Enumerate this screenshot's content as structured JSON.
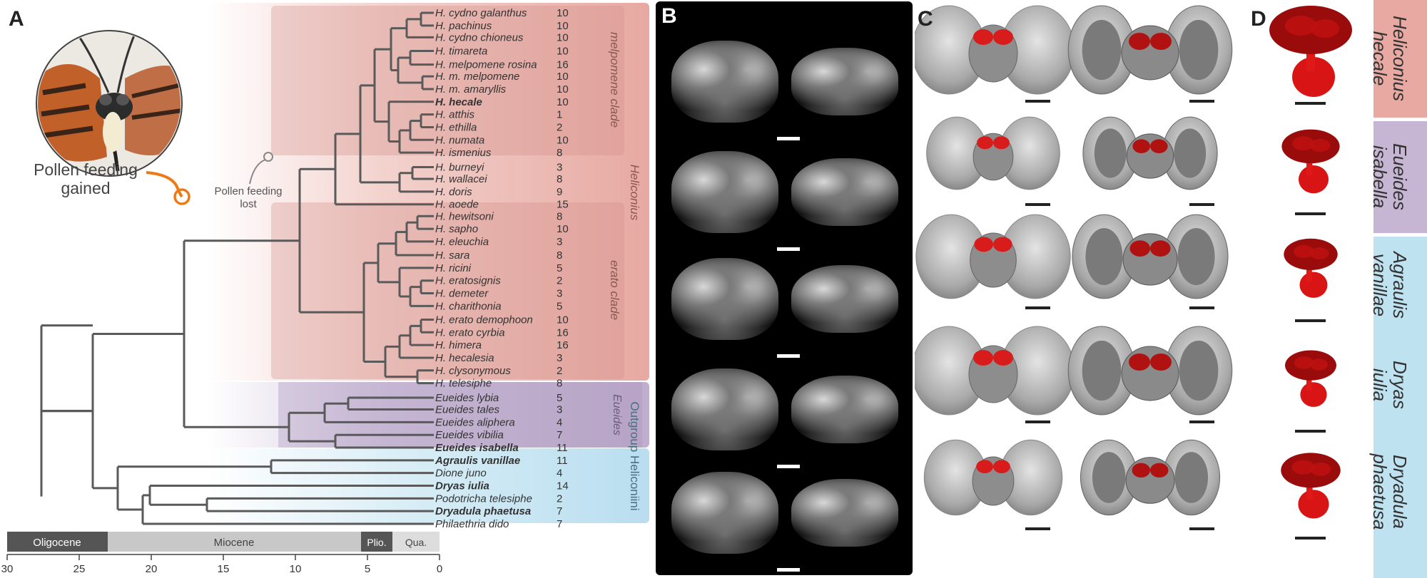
{
  "panel_labels": {
    "a": "A",
    "b": "B",
    "c": "C",
    "d": "D"
  },
  "annotations": {
    "gained_line1": "Pollen feeding",
    "gained_line2": "gained",
    "lost_line1": "Pollen feeding",
    "lost_line2": "lost"
  },
  "clades": {
    "melpomene": "melpomene clade",
    "erato": "erato clade",
    "heliconius": "Heliconius",
    "eueides": "Eueides",
    "outgroup": "Outgroup Heliconiini"
  },
  "taxa": [
    {
      "name": "H. cydno galanthus",
      "n": "10",
      "bold": false
    },
    {
      "name": "H. pachinus",
      "n": "10",
      "bold": false
    },
    {
      "name": "H. cydno chioneus",
      "n": "10",
      "bold": false
    },
    {
      "name": "H. timareta",
      "n": "10",
      "bold": false
    },
    {
      "name": "H. melpomene rosina",
      "n": "16",
      "bold": false
    },
    {
      "name": "H. m. melpomene",
      "n": "10",
      "bold": false
    },
    {
      "name": "H. m. amaryllis",
      "n": "10",
      "bold": false
    },
    {
      "name": "H. hecale",
      "n": "10",
      "bold": true
    },
    {
      "name": "H. atthis",
      "n": "1",
      "bold": false
    },
    {
      "name": "H. ethilla",
      "n": "2",
      "bold": false
    },
    {
      "name": "H. numata",
      "n": "10",
      "bold": false
    },
    {
      "name": "H. ismenius",
      "n": "8",
      "bold": false
    },
    {
      "name": "H. burneyi",
      "n": "3",
      "bold": false
    },
    {
      "name": "H. wallacei",
      "n": "8",
      "bold": false
    },
    {
      "name": "H. doris",
      "n": "9",
      "bold": false
    },
    {
      "name": "H. aoede",
      "n": "15",
      "bold": false
    },
    {
      "name": "H. hewitsoni",
      "n": "8",
      "bold": false
    },
    {
      "name": "H. sapho",
      "n": "10",
      "bold": false
    },
    {
      "name": "H. eleuchia",
      "n": "3",
      "bold": false
    },
    {
      "name": "H. sara",
      "n": "8",
      "bold": false
    },
    {
      "name": "H. ricini",
      "n": "5",
      "bold": false
    },
    {
      "name": "H. eratosignis",
      "n": "2",
      "bold": false
    },
    {
      "name": "H. demeter",
      "n": "3",
      "bold": false
    },
    {
      "name": "H. charithonia",
      "n": "5",
      "bold": false
    },
    {
      "name": "H. erato demophoon",
      "n": "10",
      "bold": false
    },
    {
      "name": "H. erato cyrbia",
      "n": "16",
      "bold": false
    },
    {
      "name": "H. himera",
      "n": "16",
      "bold": false
    },
    {
      "name": "H. hecalesia",
      "n": "3",
      "bold": false
    },
    {
      "name": "H. clysonymous",
      "n": "2",
      "bold": false
    },
    {
      "name": "H. telesiphe",
      "n": "8",
      "bold": false
    },
    {
      "name": "Eueides lybia",
      "n": "5",
      "bold": false
    },
    {
      "name": "Eueides tales",
      "n": "3",
      "bold": false
    },
    {
      "name": "Eueides aliphera",
      "n": "4",
      "bold": false
    },
    {
      "name": "Eueides vibilia",
      "n": "7",
      "bold": false
    },
    {
      "name": "Eueides isabella",
      "n": "11",
      "bold": true
    },
    {
      "name": "Agraulis vanillae",
      "n": "11",
      "bold": true
    },
    {
      "name": "Dione juno",
      "n": "4",
      "bold": false
    },
    {
      "name": "Dryas iulia",
      "n": "14",
      "bold": true
    },
    {
      "name": "Podotricha telesiphe",
      "n": "2",
      "bold": false
    },
    {
      "name": "Dryadula phaetusa",
      "n": "7",
      "bold": true
    },
    {
      "name": "Philaethria dido",
      "n": "7",
      "bold": false
    }
  ],
  "timescale": {
    "epochs": [
      "Oligocene",
      "Miocene",
      "Plio.",
      "Qua."
    ],
    "ticks": [
      "30",
      "25",
      "20",
      "15",
      "10",
      "5",
      "0"
    ]
  },
  "species_labels": [
    {
      "genus": "Heliconius",
      "species": "hecale"
    },
    {
      "genus": "Eueides",
      "species": "isabella"
    },
    {
      "genus": "Agraulis",
      "species": "vanillae"
    },
    {
      "genus": "Dryas",
      "species": "iulia"
    },
    {
      "genus": "Dryadula",
      "species": "phaetusa"
    }
  ],
  "colors": {
    "heliconius_band": "#e7a9a2",
    "eueides_band": "#bfaecc",
    "outgroup_band": "#bfe0ee",
    "pollen_marker": "#ee7a16",
    "tree_line": "#555555",
    "mushroom_body": "#d10e0e"
  }
}
